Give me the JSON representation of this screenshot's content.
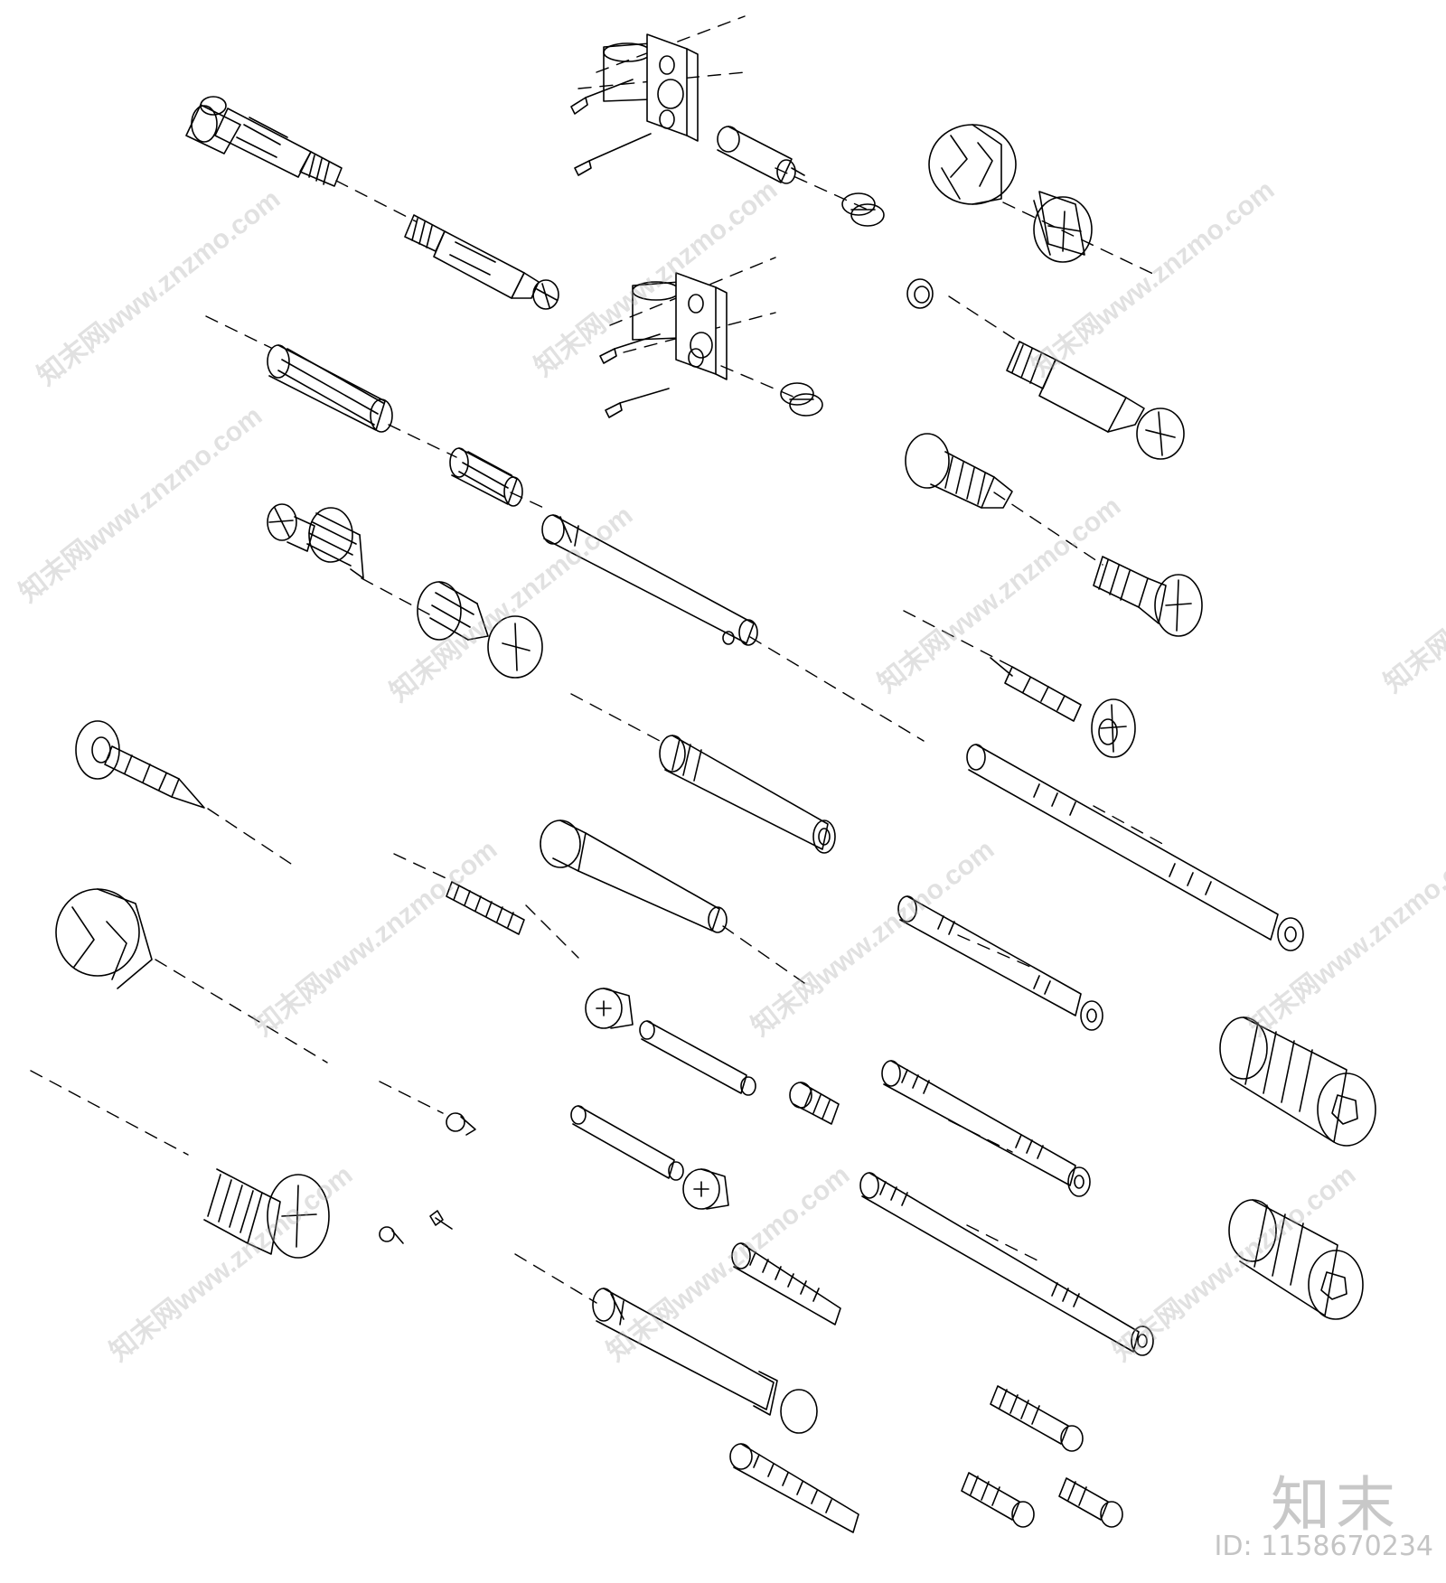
{
  "watermark": {
    "text": "知末网www.znzmo.com",
    "color": "#aaaaaa"
  },
  "brand": {
    "logo_text": "知末",
    "id_text": "ID: 1158670234",
    "color": "#c8c8c8"
  },
  "drawing": {
    "line_color": "#000000",
    "fill_color": "#ffffff",
    "parts": [
      "minifix-bolt-long",
      "minifix-bolt-long-2",
      "wood-dowel-fluted",
      "wood-dowel-small",
      "connector-bolt-collar",
      "connector-bolt-collar-2",
      "connector-rod-long",
      "mounting-bracket-upper",
      "mounting-bracket-lower",
      "cam-lock-housing-top",
      "cam-lock-housing-large",
      "flat-washer",
      "cam-bolt-threaded",
      "countersunk-screw-large",
      "countersunk-screw-medium",
      "chipboard-screw-long",
      "chipboard-screw-long-2",
      "cam-dowel-pin",
      "socket-cap-screw-large",
      "threaded-stud",
      "connector-screw-long",
      "connector-screw-short",
      "threaded-insert-hex",
      "threaded-insert-hex-2",
      "mini-cam-housing",
      "mini-cam-housing-2",
      "dowel-pin-small",
      "dowel-pin-small-2",
      "machine-screw-small",
      "machine-screw-long",
      "machine-screw-extra-long",
      "machine-screw-short",
      "machine-screw-short-2",
      "machine-screw-short-3",
      "tiny-screw",
      "tiny-screw-2",
      "tiny-screw-3",
      "countersunk-screw-bottom",
      "sleeve-connector",
      "machine-screw-bottom"
    ]
  }
}
